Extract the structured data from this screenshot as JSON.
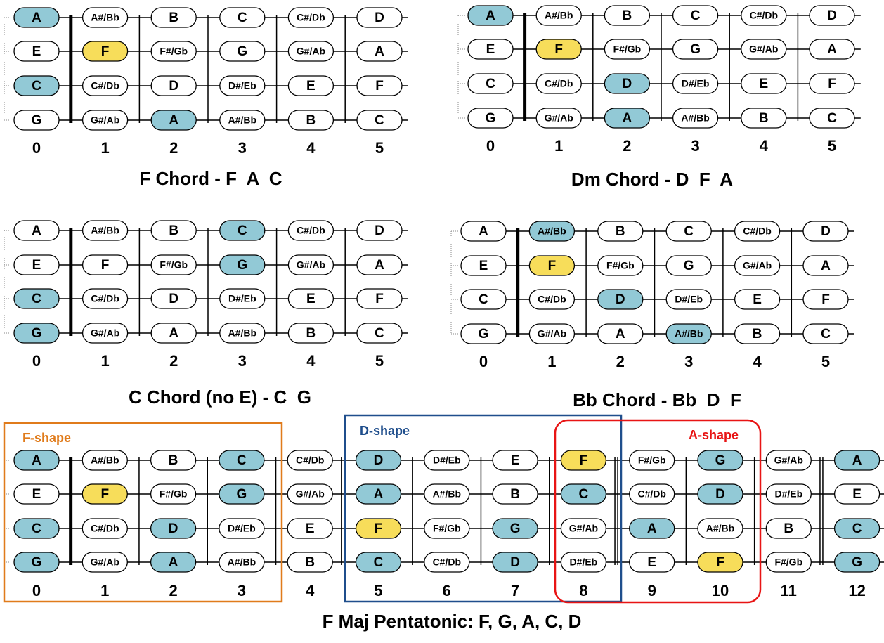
{
  "colors": {
    "root": "#F7DD5A",
    "chord_tone": "#92C9D6",
    "plain": "#FFFFFF",
    "f_shape": "#E07B1B",
    "d_shape": "#1F4E8C",
    "a_shape": "#E81414"
  },
  "diagrams": [
    {
      "id": "f-chord",
      "caption": "F Chord - F  A  C",
      "frets": [
        "0",
        "1",
        "2",
        "3",
        "4",
        "5"
      ],
      "strings": [
        [
          "A",
          "A#/Bb",
          "B",
          "C",
          "C#/Db",
          "D"
        ],
        [
          "E",
          "F",
          "F#/Gb",
          "G",
          "G#/Ab",
          "A"
        ],
        [
          "C",
          "C#/Db",
          "D",
          "D#/Eb",
          "E",
          "F"
        ],
        [
          "G",
          "G#/Ab",
          "A",
          "A#/Bb",
          "B",
          "C"
        ]
      ],
      "highlights": [
        {
          "string": 0,
          "fret": 0,
          "kind": "chord_tone"
        },
        {
          "string": 1,
          "fret": 1,
          "kind": "root"
        },
        {
          "string": 2,
          "fret": 0,
          "kind": "chord_tone"
        },
        {
          "string": 3,
          "fret": 2,
          "kind": "chord_tone"
        }
      ]
    },
    {
      "id": "dm-chord",
      "caption": "Dm Chord - D  F  A",
      "frets": [
        "0",
        "1",
        "2",
        "3",
        "4",
        "5"
      ],
      "strings": [
        [
          "A",
          "A#/Bb",
          "B",
          "C",
          "C#/Db",
          "D"
        ],
        [
          "E",
          "F",
          "F#/Gb",
          "G",
          "G#/Ab",
          "A"
        ],
        [
          "C",
          "C#/Db",
          "D",
          "D#/Eb",
          "E",
          "F"
        ],
        [
          "G",
          "G#/Ab",
          "A",
          "A#/Bb",
          "B",
          "C"
        ]
      ],
      "highlights": [
        {
          "string": 0,
          "fret": 0,
          "kind": "chord_tone"
        },
        {
          "string": 1,
          "fret": 1,
          "kind": "root"
        },
        {
          "string": 2,
          "fret": 2,
          "kind": "chord_tone"
        },
        {
          "string": 3,
          "fret": 2,
          "kind": "chord_tone"
        }
      ]
    },
    {
      "id": "c-chord",
      "caption": "C Chord (no E) - C  G",
      "frets": [
        "0",
        "1",
        "2",
        "3",
        "4",
        "5"
      ],
      "strings": [
        [
          "A",
          "A#/Bb",
          "B",
          "C",
          "C#/Db",
          "D"
        ],
        [
          "E",
          "F",
          "F#/Gb",
          "G",
          "G#/Ab",
          "A"
        ],
        [
          "C",
          "C#/Db",
          "D",
          "D#/Eb",
          "E",
          "F"
        ],
        [
          "G",
          "G#/Ab",
          "A",
          "A#/Bb",
          "B",
          "C"
        ]
      ],
      "highlights": [
        {
          "string": 0,
          "fret": 3,
          "kind": "chord_tone"
        },
        {
          "string": 1,
          "fret": 3,
          "kind": "chord_tone"
        },
        {
          "string": 2,
          "fret": 0,
          "kind": "chord_tone"
        },
        {
          "string": 3,
          "fret": 0,
          "kind": "chord_tone"
        }
      ]
    },
    {
      "id": "bb-chord",
      "caption": "Bb Chord - Bb  D  F",
      "frets": [
        "0",
        "1",
        "2",
        "3",
        "4",
        "5"
      ],
      "strings": [
        [
          "A",
          "A#/Bb",
          "B",
          "C",
          "C#/Db",
          "D"
        ],
        [
          "E",
          "F",
          "F#/Gb",
          "G",
          "G#/Ab",
          "A"
        ],
        [
          "C",
          "C#/Db",
          "D",
          "D#/Eb",
          "E",
          "F"
        ],
        [
          "G",
          "G#/Ab",
          "A",
          "A#/Bb",
          "B",
          "C"
        ]
      ],
      "highlights": [
        {
          "string": 0,
          "fret": 1,
          "kind": "chord_tone"
        },
        {
          "string": 1,
          "fret": 1,
          "kind": "root"
        },
        {
          "string": 2,
          "fret": 2,
          "kind": "chord_tone"
        },
        {
          "string": 3,
          "fret": 3,
          "kind": "chord_tone"
        }
      ]
    },
    {
      "id": "f-pentatonic",
      "caption": "F Maj Pentatonic: F, G, A, C, D",
      "frets": [
        "0",
        "1",
        "2",
        "3",
        "4",
        "5",
        "6",
        "7",
        "8",
        "9",
        "10",
        "11",
        "12"
      ],
      "strings": [
        [
          "A",
          "A#/Bb",
          "B",
          "C",
          "C#/Db",
          "D",
          "D#/Eb",
          "E",
          "F",
          "F#/Gb",
          "G",
          "G#/Ab",
          "A"
        ],
        [
          "E",
          "F",
          "F#/Gb",
          "G",
          "G#/Ab",
          "A",
          "A#/Bb",
          "B",
          "C",
          "C#/Db",
          "D",
          "D#/Eb",
          "E"
        ],
        [
          "C",
          "C#/Db",
          "D",
          "D#/Eb",
          "E",
          "F",
          "F#/Gb",
          "G",
          "G#/Ab",
          "A",
          "A#/Bb",
          "B",
          "C"
        ],
        [
          "G",
          "G#/Ab",
          "A",
          "A#/Bb",
          "B",
          "C",
          "C#/Db",
          "D",
          "D#/Eb",
          "E",
          "F",
          "F#/Gb",
          "G"
        ]
      ],
      "highlights": [
        {
          "string": 0,
          "fret": 0,
          "kind": "chord_tone"
        },
        {
          "string": 0,
          "fret": 3,
          "kind": "chord_tone"
        },
        {
          "string": 0,
          "fret": 5,
          "kind": "chord_tone"
        },
        {
          "string": 0,
          "fret": 8,
          "kind": "root"
        },
        {
          "string": 0,
          "fret": 10,
          "kind": "chord_tone"
        },
        {
          "string": 0,
          "fret": 12,
          "kind": "chord_tone"
        },
        {
          "string": 1,
          "fret": 1,
          "kind": "root"
        },
        {
          "string": 1,
          "fret": 3,
          "kind": "chord_tone"
        },
        {
          "string": 1,
          "fret": 5,
          "kind": "chord_tone"
        },
        {
          "string": 1,
          "fret": 8,
          "kind": "chord_tone"
        },
        {
          "string": 1,
          "fret": 10,
          "kind": "chord_tone"
        },
        {
          "string": 2,
          "fret": 0,
          "kind": "chord_tone"
        },
        {
          "string": 2,
          "fret": 2,
          "kind": "chord_tone"
        },
        {
          "string": 2,
          "fret": 5,
          "kind": "root"
        },
        {
          "string": 2,
          "fret": 7,
          "kind": "chord_tone"
        },
        {
          "string": 2,
          "fret": 9,
          "kind": "chord_tone"
        },
        {
          "string": 2,
          "fret": 12,
          "kind": "chord_tone"
        },
        {
          "string": 3,
          "fret": 0,
          "kind": "chord_tone"
        },
        {
          "string": 3,
          "fret": 2,
          "kind": "chord_tone"
        },
        {
          "string": 3,
          "fret": 5,
          "kind": "chord_tone"
        },
        {
          "string": 3,
          "fret": 7,
          "kind": "chord_tone"
        },
        {
          "string": 3,
          "fret": 10,
          "kind": "root"
        },
        {
          "string": 3,
          "fret": 12,
          "kind": "chord_tone"
        }
      ],
      "shapes": [
        {
          "label": "F-shape",
          "color_key": "f_shape"
        },
        {
          "label": "D-shape",
          "color_key": "d_shape"
        },
        {
          "label": "A-shape",
          "color_key": "a_shape"
        }
      ]
    }
  ]
}
